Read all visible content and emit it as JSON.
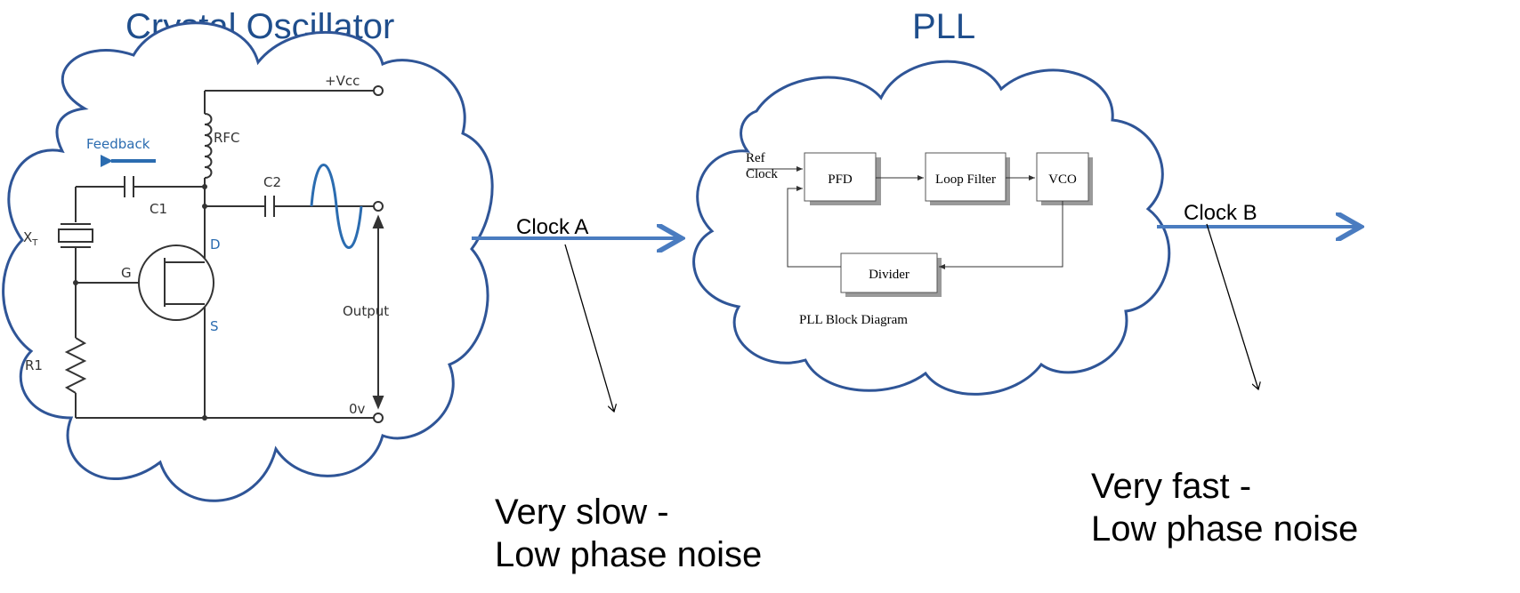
{
  "titles": {
    "left": "Crystal Oscillator",
    "right": "PLL"
  },
  "oscillator_schematic": {
    "vcc": "+Vcc",
    "rfc": "RFC",
    "feedback": "Feedback",
    "c1": "C1",
    "c2": "C2",
    "xt": "X",
    "xt_sub": "T",
    "gate": "G",
    "drain": "D",
    "source": "S",
    "r1": "R1",
    "output": "Output",
    "ground": "0v"
  },
  "pll_diagram": {
    "ref_line1": "Ref",
    "ref_line2": "Clock",
    "pfd": "PFD",
    "loop_filter": "Loop Filter",
    "vco": "VCO",
    "divider": "Divider",
    "caption": "PLL Block Diagram"
  },
  "signals": {
    "clock_a": "Clock A",
    "clock_b": "Clock B"
  },
  "notes": {
    "a_line1": "Very slow -",
    "a_line2": "Low phase noise",
    "b_line1": "Very fast -",
    "b_line2": "Low phase noise"
  },
  "colors": {
    "cloud_outline": "#2F5597",
    "arrow": "#4A7CC0",
    "title": "#1F4E8C",
    "waveform": "#2B6CB0"
  }
}
